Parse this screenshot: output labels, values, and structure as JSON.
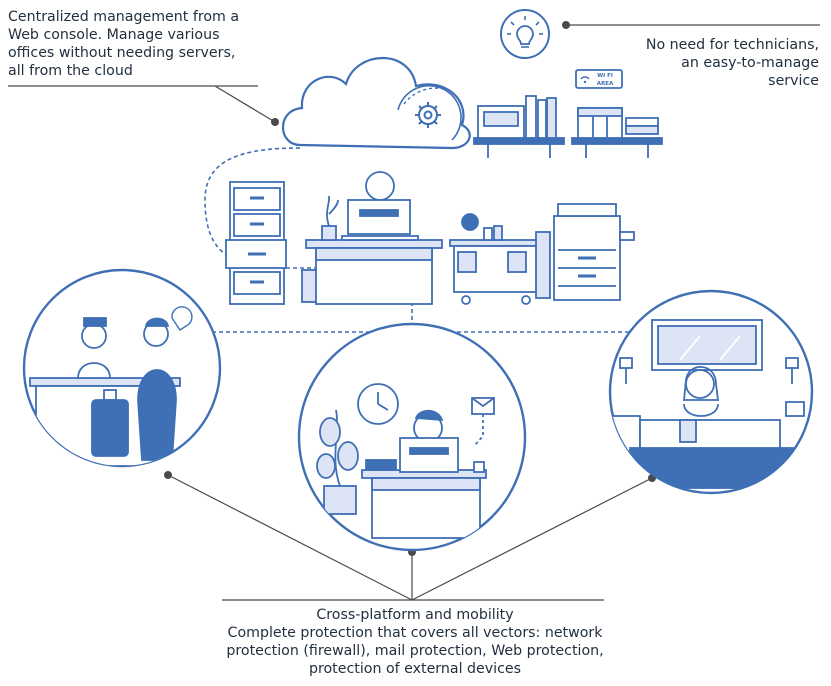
{
  "texts": {
    "cloud_management": [
      "Centralized management from a",
      "Web console. Manage various",
      "offices without needing servers,",
      "all from the cloud"
    ],
    "no_technicians": [
      "No need for technicians,",
      "an easy-to-manage",
      "service"
    ],
    "cross_platform": [
      "Cross-platform and mobility",
      "Complete protection that covers all vectors: network",
      "protection (firewall), mail protection, Web protection,",
      "protection of external devices"
    ]
  },
  "signs": {
    "wifi": [
      "WI FI",
      "AREA"
    ]
  },
  "colors": {
    "primary": "#3f6fb5",
    "light_fill": "#dde4f5",
    "line": "#4a4a4a"
  }
}
